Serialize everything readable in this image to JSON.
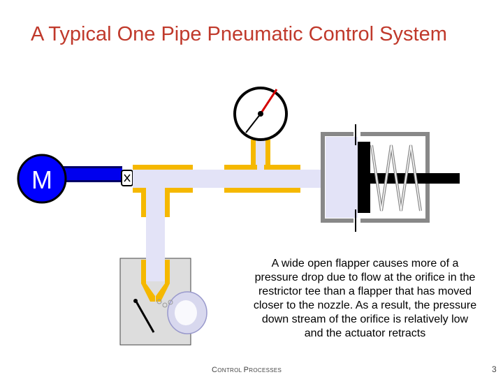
{
  "slide": {
    "title": "A Typical One Pipe Pneumatic Control System",
    "caption": "A wide open flapper causes more of a pressure drop due to flow at the orifice in the restrictor tee than a flapper that has moved closer to the nozzle.  As a result, the pressure down stream of the orifice is relatively low and the actuator retracts",
    "footer": {
      "first_c": "C",
      "rest_1": "ONTROL ",
      "first_p": "P",
      "rest_2": "ROCESSES"
    },
    "page_number": "3"
  },
  "diagram": {
    "motor_label": "M"
  },
  "colors": {
    "title": "#c0392b",
    "pipe_fill": "#e3e3f7",
    "pipe_wall": "#f5b800",
    "motor_blue": "#0000ff",
    "gauge_needle": "#d40000",
    "actuator_body": "#e3e3f7",
    "actuator_wall": "#888888",
    "flapper_box": "#dddddd"
  }
}
